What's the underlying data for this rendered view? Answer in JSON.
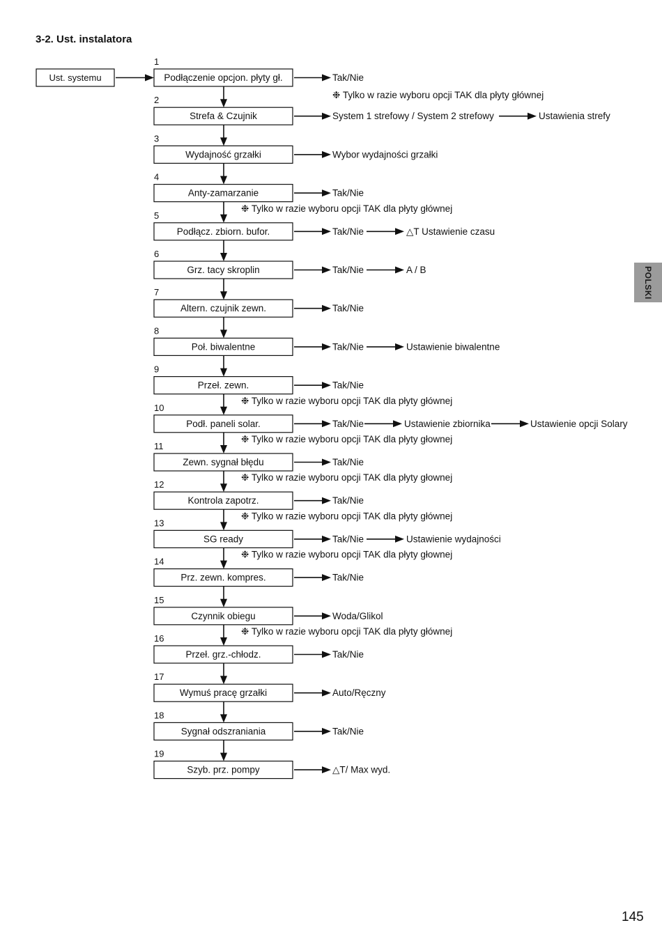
{
  "heading": "3-2. Ust. instalatora",
  "side_tab": "POLSKI",
  "page_number": "145",
  "start_box": "Ust. systemu",
  "note_marker": "❉",
  "steps": [
    {
      "num": "1",
      "label": "Podłączenie opcjon. płyty gł.",
      "note": "",
      "options": [
        "Tak/Nie"
      ]
    },
    {
      "num": "2",
      "label": "Strefa & Czujnik",
      "note": "Tylko w razie wyboru opcji TAK dla płyty głównej",
      "options": [
        "System 1 strefowy / System 2 strefowy",
        "Ustawienia strefy"
      ]
    },
    {
      "num": "3",
      "label": "Wydajność grzałki",
      "note": "",
      "options": [
        "Wybor wydajności grzałki"
      ]
    },
    {
      "num": "4",
      "label": "Anty-zamarzanie",
      "note": "",
      "options": [
        "Tak/Nie"
      ]
    },
    {
      "num": "5",
      "label": "Podłącz. zbiorn. bufor.",
      "note": "Tylko w razie wyboru opcji TAK dla płyty głównej",
      "options": [
        "Tak/Nie",
        "△T Ustawienie czasu"
      ]
    },
    {
      "num": "6",
      "label": "Grz. tacy skroplin",
      "note": "",
      "options": [
        "Tak/Nie",
        "A / B"
      ]
    },
    {
      "num": "7",
      "label": "Altern. czujnik zewn.",
      "note": "",
      "options": [
        "Tak/Nie"
      ]
    },
    {
      "num": "8",
      "label": "Poł. biwalentne",
      "note": "",
      "options": [
        "Tak/Nie",
        "Ustawienie biwalentne"
      ]
    },
    {
      "num": "9",
      "label": "Przeł. zewn.",
      "note": "",
      "options": [
        "Tak/Nie"
      ]
    },
    {
      "num": "10",
      "label": "Podł. paneli solar.",
      "note": "Tylko w razie wyboru opcji TAK dla płyty głównej",
      "options": [
        "Tak/Nie",
        "Ustawienie zbiornika",
        "Ustawienie opcji Solary"
      ]
    },
    {
      "num": "11",
      "label": "Zewn. sygnał błędu",
      "note": "Tylko w razie wyboru opcji TAK dla płyty głownej",
      "options": [
        "Tak/Nie"
      ]
    },
    {
      "num": "12",
      "label": "Kontrola zapotrz.",
      "note": "Tylko w razie wyboru opcji TAK dla płyty głownej",
      "options": [
        "Tak/Nie"
      ]
    },
    {
      "num": "13",
      "label": "SG ready",
      "note": "Tylko w razie wyboru opcji TAK dla płyty głównej",
      "options": [
        "Tak/Nie",
        "Ustawienie wydajności"
      ]
    },
    {
      "num": "14",
      "label": "Prz. zewn. kompres.",
      "note": "Tylko w razie wyboru opcji TAK dla płyty głownej",
      "options": [
        "Tak/Nie"
      ]
    },
    {
      "num": "15",
      "label": "Czynnik obiegu",
      "note": "",
      "options": [
        "Woda/Glikol"
      ]
    },
    {
      "num": "16",
      "label": "Przeł. grz.-chłodz.",
      "note": "Tylko w razie wyboru opcji TAK dla płyty głównej",
      "options": [
        "Tak/Nie"
      ]
    },
    {
      "num": "17",
      "label": "Wymuś pracę grzałki",
      "note": "",
      "options": [
        "Auto/Ręczny"
      ]
    },
    {
      "num": "18",
      "label": "Sygnał odszraniania",
      "note": "",
      "options": [
        "Tak/Nie"
      ]
    },
    {
      "num": "19",
      "label": "Szyb. prz. pompy",
      "note": "",
      "options": [
        "△T/ Max wyd."
      ]
    }
  ]
}
